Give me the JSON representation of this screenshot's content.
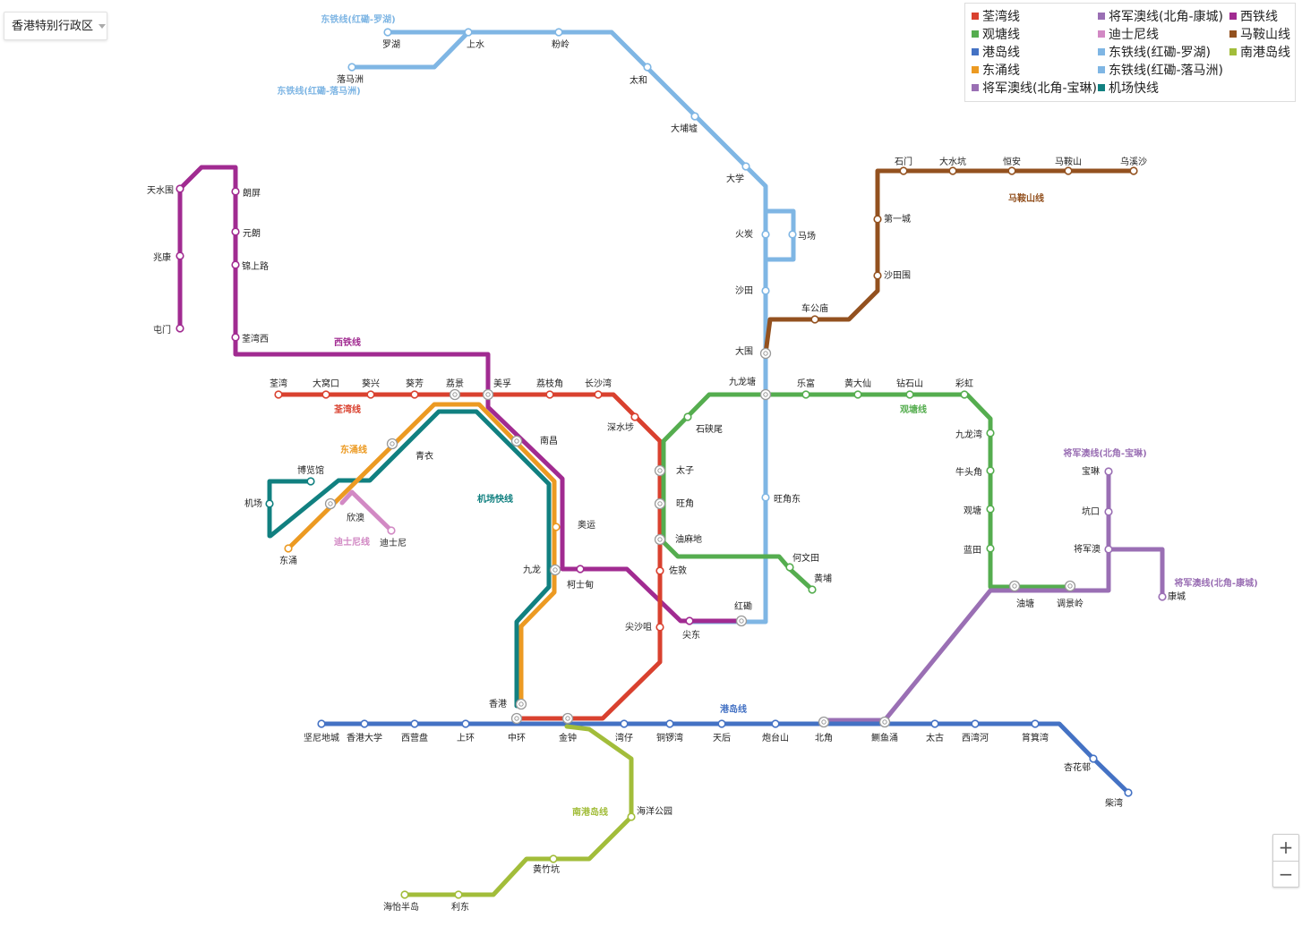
{
  "region_selector": {
    "label": "香港特别行政区"
  },
  "zoom": {
    "in_label": "+",
    "out_label": "−"
  },
  "lines": {
    "tsuen_wan": {
      "name": "荃湾线",
      "color": "#d9412f"
    },
    "kwun_tong": {
      "name": "观塘线",
      "color": "#55ad4f"
    },
    "island": {
      "name": "港岛线",
      "color": "#4472c4"
    },
    "tung_chung": {
      "name": "东涌线",
      "color": "#ec9a22"
    },
    "tko_lohas": {
      "name": "将军澳线(北角-宝琳)",
      "color": "#9a6fb4"
    },
    "tko_lohas_short": {
      "name": "将军澳线(北角-宝琳)",
      "color": "#9a6fb4"
    },
    "tko_lohas_label": {
      "name": "将军澳线(北角-康城)",
      "color": "#9a6fb4"
    },
    "disneyland": {
      "name": "迪士尼线",
      "color": "#d289c4"
    },
    "east_rail_lowu": {
      "name": "东铁线(红磡-罗湖)",
      "color": "#7fb6e4"
    },
    "east_rail_lmc": {
      "name": "东铁线(红磡-落马洲)",
      "color": "#7fb6e4"
    },
    "airport": {
      "name": "机场快线",
      "color": "#118080"
    },
    "west_rail": {
      "name": "西铁线",
      "color": "#a12b91"
    },
    "ma_on_shan": {
      "name": "马鞍山线",
      "color": "#93511f"
    },
    "south_island": {
      "name": "南港岛线",
      "color": "#a2bd3a"
    }
  },
  "legend": [
    {
      "label": "荃湾线",
      "color": "#d9412f"
    },
    {
      "label": "将军澳线(北角-康城)",
      "color": "#9a6fb4"
    },
    {
      "label": "西铁线",
      "color": "#a12b91"
    },
    {
      "label": "观塘线",
      "color": "#55ad4f"
    },
    {
      "label": "迪士尼线",
      "color": "#d289c4"
    },
    {
      "label": "马鞍山线",
      "color": "#93511f"
    },
    {
      "label": "港岛线",
      "color": "#4472c4"
    },
    {
      "label": "东铁线(红磡-罗湖)",
      "color": "#7fb6e4"
    },
    {
      "label": "南港岛线",
      "color": "#a2bd3a"
    },
    {
      "label": "东涌线",
      "color": "#ec9a22"
    },
    {
      "label": "东铁线(红磡-落马洲)",
      "color": "#7fb6e4"
    },
    {
      "label": "将军澳线(北角-宝琳)",
      "color": "#9a6fb4"
    },
    {
      "label": "机场快线",
      "color": "#118080"
    }
  ],
  "line_labels": {
    "east_rail_lowu": "东铁线(红磡-罗湖)",
    "east_rail_lmc": "东铁线(红磡-落马洲)",
    "west_rail": "西铁线",
    "tsuen_wan": "荃湾线",
    "tung_chung": "东涌线",
    "airport": "机场快线",
    "disneyland": "迪士尼线",
    "kwun_tong": "观塘线",
    "ma_on_shan": "马鞍山线",
    "tko_lohas_po_lam": "将军澳线(北角-宝琳)",
    "tko_lohas_lohas": "将军澳线(北角-康城)",
    "island": "港岛线",
    "south_island": "南港岛线"
  },
  "stations": {
    "lo_wu": "罗湖",
    "sheung_shui": "上水",
    "fanling": "粉岭",
    "lok_ma_chau": "落马洲",
    "tai_wo": "太和",
    "tai_po_market": "大埔墟",
    "university": "大学",
    "fo_tan": "火炭",
    "racecourse": "马场",
    "sha_tin": "沙田",
    "tai_wai": "大围",
    "kowloon_tong": "九龙塘",
    "mong_kok_east": "旺角东",
    "hung_hom": "红磡",
    "tin_shui_wai": "天水围",
    "siu_hong": "兆康",
    "tuen_mun": "屯门",
    "long_ping": "朗屏",
    "yuen_long": "元朗",
    "kam_sheung_road": "锦上路",
    "tsuen_wan_west": "荃湾西",
    "nam_cheong": "南昌",
    "austin": "柯士甸",
    "tsim_sha_tsui_east": "尖东",
    "tsuen_wan": "荃湾",
    "tai_wo_hau": "大窝口",
    "kwai_hing": "葵兴",
    "kwai_fong": "葵芳",
    "lai_king": "荔景",
    "mei_foo": "美孚",
    "lai_chi_kok": "荔枝角",
    "cheung_sha_wan": "长沙湾",
    "sham_shui_po": "深水埗",
    "prince_edward": "太子",
    "mong_kok": "旺角",
    "yau_ma_tei": "油麻地",
    "jordan": "佐敦",
    "tsim_sha_tsui": "尖沙咀",
    "tsing_yi": "青衣",
    "sunny_bay": "欣澳",
    "tung_chung": "东涌",
    "olympic": "奥运",
    "kowloon": "九龙",
    "hong_kong": "香港",
    "airport": "机场",
    "asiaworld": "博览馆",
    "disneyland_resort": "迪士尼",
    "shek_kip_mei": "石硖尾",
    "lok_fu": "乐富",
    "wong_tai_sin": "黄大仙",
    "diamond_hill": "钻石山",
    "choi_hung": "彩虹",
    "kowloon_bay": "九龙湾",
    "ngau_tau_kok": "牛头角",
    "kwun_tong": "观塘",
    "lam_tin": "蓝田",
    "yau_tong": "油塘",
    "tiu_keng_leng": "调景岭",
    "ho_man_tin": "何文田",
    "whampoa": "黄埔",
    "po_lam": "宝琳",
    "hang_hau": "坑口",
    "tseung_kwan_o": "将军澳",
    "lohas_park": "康城",
    "wu_kai_sha": "乌溪沙",
    "ma_on_shan": "马鞍山",
    "heng_on": "恒安",
    "tai_shui_hang": "大水坑",
    "shek_mun": "石门",
    "city_one": "第一城",
    "sha_tin_wai": "沙田围",
    "che_kung_temple": "车公庙",
    "kennedy_town": "坚尼地城",
    "hku": "香港大学",
    "sai_ying_pun": "西营盘",
    "sheung_wan": "上环",
    "central": "中环",
    "admiralty": "金钟",
    "wan_chai": "湾仔",
    "causeway_bay": "铜锣湾",
    "tin_hau": "天后",
    "fortress_hill": "炮台山",
    "north_point": "北角",
    "quarry_bay": "鲗鱼涌",
    "tai_koo": "太古",
    "sai_wan_ho": "西湾河",
    "shau_kei_wan": "筲箕湾",
    "heng_fa_chuen": "杏花邨",
    "chai_wan": "柴湾",
    "ocean_park": "海洋公园",
    "wong_chuk_hang": "黄竹坑",
    "lei_tung": "利东",
    "south_horizons": "海怡半岛"
  }
}
